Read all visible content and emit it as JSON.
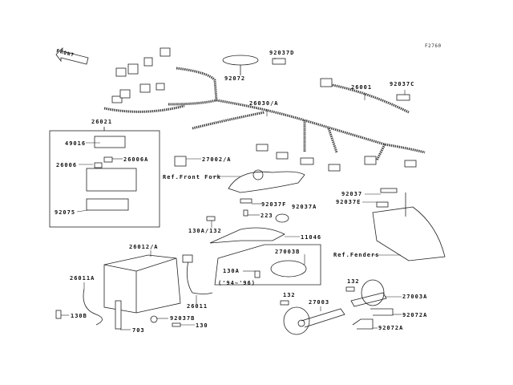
{
  "diagram_code": "F2760",
  "front_arrow": "FRONT",
  "labels": {
    "p92037D": "92037D",
    "p92072": "92072",
    "p26001": "26001",
    "p92037C": "92037C",
    "p26030A": "26030/A",
    "p26021": "26021",
    "p49016": "49016",
    "p26006A": "26006A",
    "p26006": "26006",
    "p92075": "92075",
    "p27002A": "27002/A",
    "ref_front_fork": "Ref.Front Fork",
    "p92037F": "92037F",
    "p223": "223",
    "p92037A": "92037A",
    "p92037": "92037",
    "p92037E": "92037E",
    "p130A132": "130A/132",
    "p11046": "11046",
    "p26012A": "26012/A",
    "p27003B": "27003B",
    "ref_fenders": "Ref.Fenders",
    "p130A": "130A",
    "years": "('94~'96)",
    "p26011A": "26011A",
    "p132a": "132",
    "p132b": "132",
    "p27003A": "27003A",
    "p27003": "27003",
    "p26011": "26011",
    "p92072A_a": "92072A",
    "p92072A_b": "92072A",
    "p130B": "130B",
    "p92037B": "92037B",
    "p130": "130",
    "p703": "703"
  }
}
